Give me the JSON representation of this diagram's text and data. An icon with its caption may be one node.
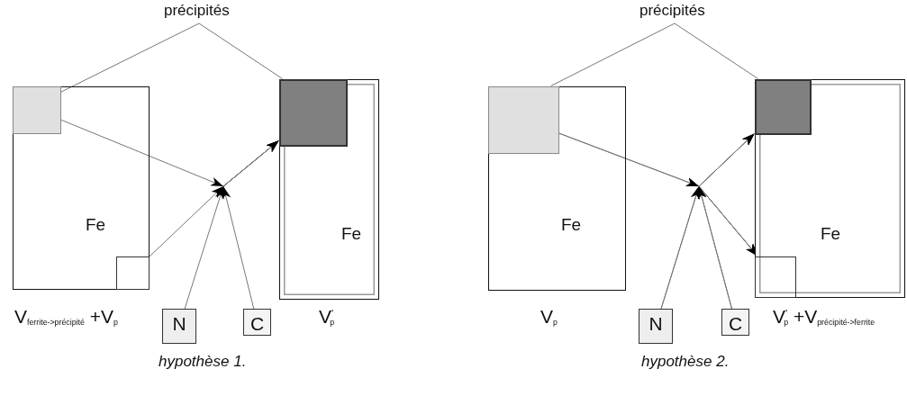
{
  "diagram": {
    "nodes": [
      {
        "text": [
          "précipités"
        ]
      },
      {
        "text": [
          "Fe"
        ]
      },
      {
        "text": [],
        "shape": "box",
        "in": 1
      },
      {
        "text": [],
        "shape": "box",
        "in": 1
      },
      {
        "text": [
          "Fe"
        ]
      },
      {
        "text": [],
        "shape": "box",
        "in": 4
      },
      {
        "text": [
          "N"
        ]
      },
      {
        "text": [
          "C"
        ]
      },
      {
        "text": [
          "précipités"
        ]
      },
      {
        "text": [
          "Fe"
        ]
      },
      {
        "text": [],
        "shape": "box",
        "in": 9
      },
      {
        "text": [
          "Fe"
        ]
      },
      {
        "text": [],
        "shape": "box",
        "in": 11
      },
      {
        "text": [],
        "shape": "box",
        "in": 11
      },
      {
        "text": [
          "N"
        ]
      },
      {
        "text": [
          "C"
        ]
      }
    ],
    "edges": [
      {
        "from": 0,
        "to": 2,
        "arrow": "none"
      },
      {
        "from": 0,
        "to": 5,
        "arrow": "none"
      },
      {
        "from": 2,
        "to": 5,
        "arrow": "to"
      },
      {
        "from": 3,
        "to": 5,
        "arrow": "to"
      },
      {
        "from": 6,
        "to": 5,
        "arrow": "to"
      },
      {
        "from": 7,
        "to": 5,
        "arrow": "to"
      },
      {
        "from": 8,
        "to": 10,
        "arrow": "none"
      },
      {
        "from": 8,
        "to": 12,
        "arrow": "none"
      },
      {
        "from": 10,
        "to": 12,
        "arrow": "to"
      },
      {
        "from": 10,
        "to": 13,
        "arrow": "to"
      },
      {
        "from": 14,
        "to": 12,
        "arrow": "to"
      },
      {
        "from": 14,
        "to": 13,
        "arrow": "to"
      },
      {
        "from": 15,
        "to": 12,
        "arrow": "to"
      },
      {
        "from": 15,
        "to": 13,
        "arrow": "to"
      }
    ],
    "labels": [
      "V$_{ferrite->précipité}$ +V$_{p}$",
      "V$^{'}$$_{p}$",
      "V$_{p}$",
      "V$^{'}$$_{p}$ +V$_{précipité->ferrite}$",
      "hypothèse 1.",
      "hypothèse 2."
    ]
  }
}
